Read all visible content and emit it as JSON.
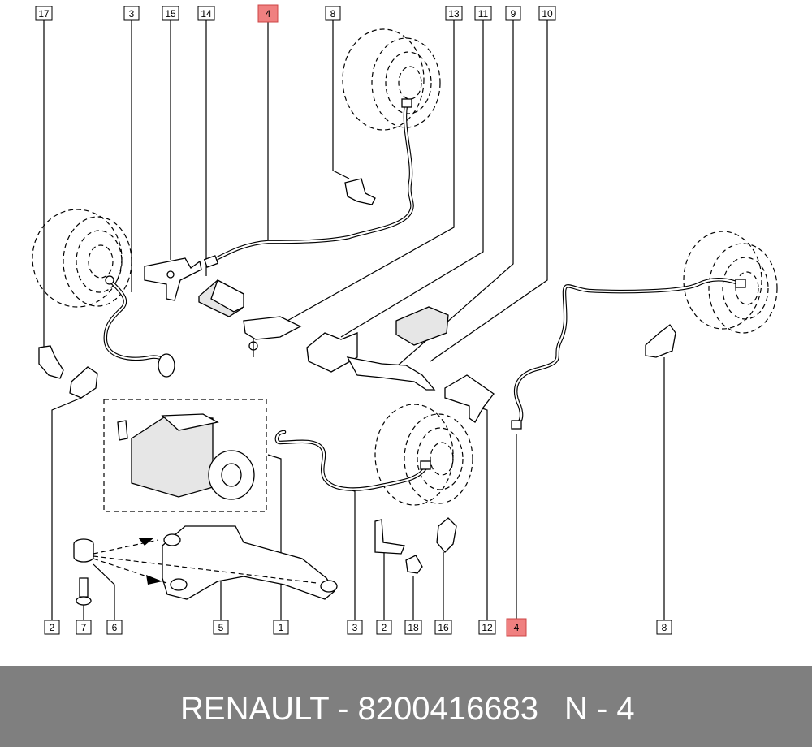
{
  "callouts": {
    "top": [
      "17",
      "3",
      "15",
      "14",
      "4",
      "8",
      "13",
      "11",
      "9",
      "10"
    ],
    "bottom": [
      "2",
      "7",
      "6",
      "5",
      "1",
      "3",
      "2",
      "18",
      "16",
      "12",
      "4",
      "8"
    ]
  },
  "highlighted_part": "4",
  "highlight_color": "#f08080",
  "footer": {
    "brand_part": "RENAULT - 8200416683",
    "ref": "N - 4",
    "background": "#7f7f7f"
  }
}
